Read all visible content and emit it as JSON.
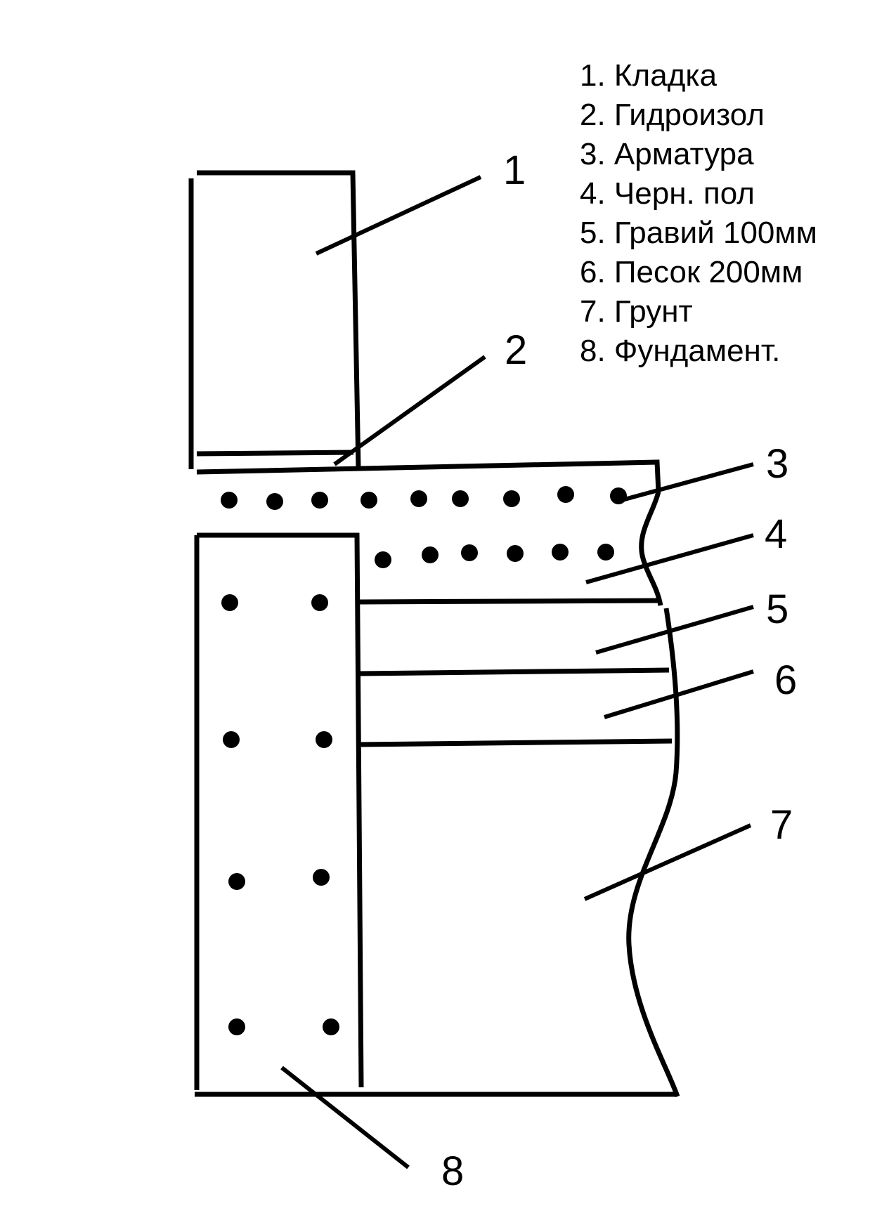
{
  "legend": {
    "items": [
      "1. Кладка",
      "2. Гидроизол",
      "3. Арматура",
      "4. Черн. пол",
      "5. Гравий 100мм",
      "6. Песок 200мм",
      "7. Грунт",
      "8. Фундамент."
    ]
  },
  "callouts": {
    "n1": "1",
    "n2": "2",
    "n3": "3",
    "n4": "4",
    "n5": "5",
    "n6": "6",
    "n7": "7",
    "n8": "8"
  }
}
